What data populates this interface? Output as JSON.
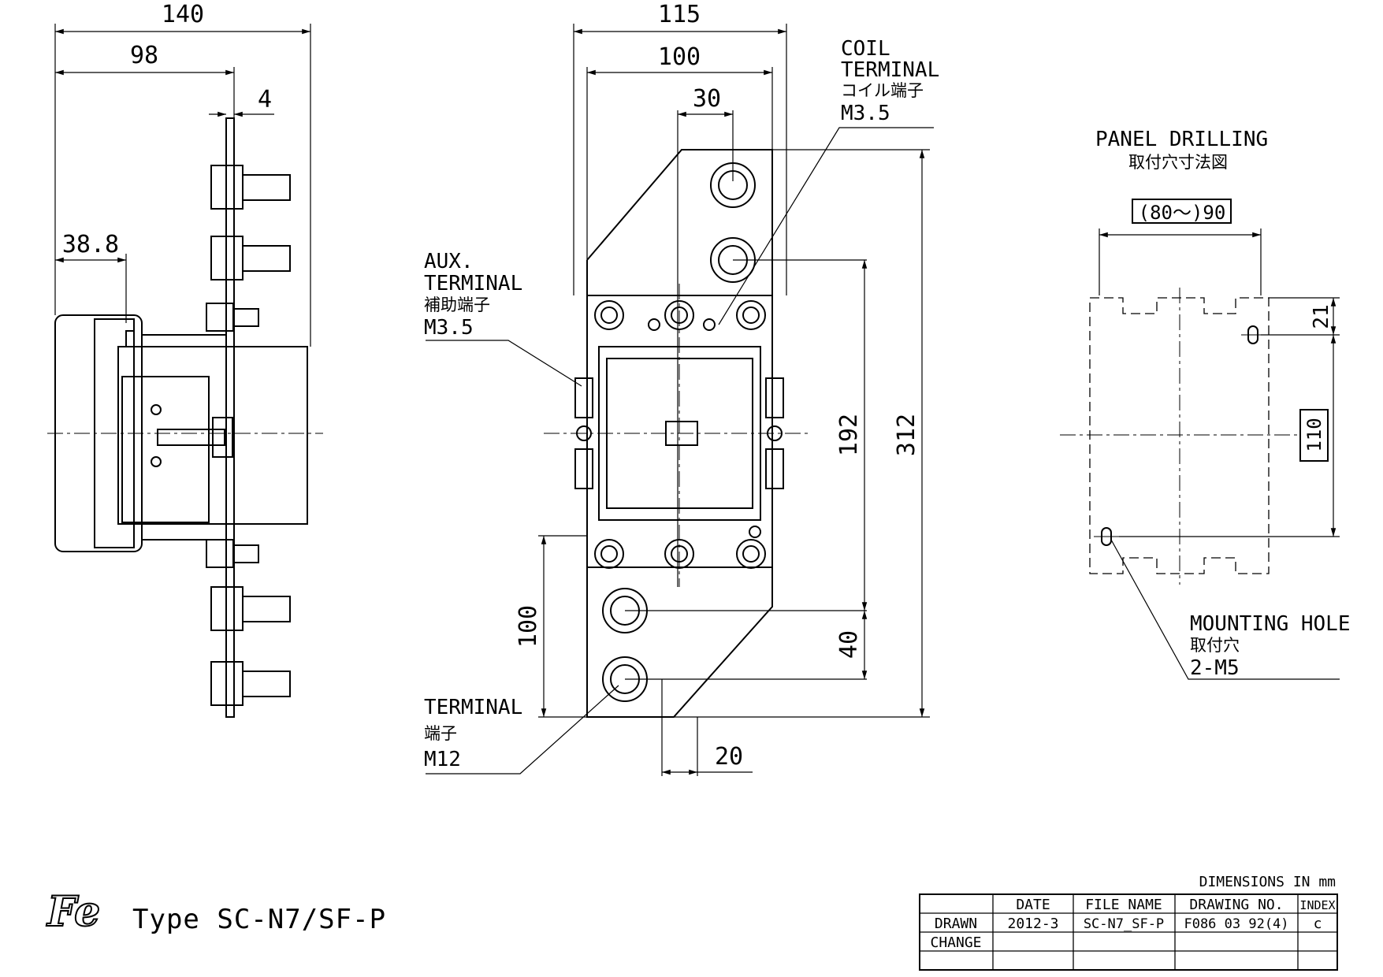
{
  "side_view": {
    "dim_overall": "140",
    "dim_mount": "98",
    "dim_plate": "4",
    "dim_offset": "38.8"
  },
  "front_view": {
    "dim_width_total": "115",
    "dim_width_body": "100",
    "dim_coil_pitch": "30",
    "dim_height_total": "312",
    "dim_height_terminals": "192",
    "dim_lower_height": "100",
    "dim_lower_pitch": "40",
    "dim_bottom_offset": "20",
    "coil_terminal": {
      "en1": "COIL",
      "en2": "TERMINAL",
      "jp": "コイル端子",
      "size": "M3.5"
    },
    "aux_terminal": {
      "en1": "AUX.",
      "en2": "TERMINAL",
      "jp": "補助端子",
      "size": "M3.5"
    },
    "main_terminal": {
      "en": "TERMINAL",
      "jp": "端子",
      "size": "M12"
    }
  },
  "panel_drilling": {
    "title_en": "PANEL DRILLING",
    "title_jp": "取付穴寸法図",
    "dim_width": "(80～)90",
    "dim_height": "110",
    "dim_top": "21",
    "mounting_hole": {
      "en": "MOUNTING HOLE",
      "jp": "取付穴",
      "spec": "2-M5"
    }
  },
  "footer": {
    "logo": "Fe",
    "type_label": "Type SC-N7/SF-P",
    "units_note": "DIMENSIONS IN mm",
    "table": {
      "headers": [
        "",
        "DATE",
        "FILE NAME",
        "DRAWING NO.",
        "INDEX"
      ],
      "rows": [
        [
          "DRAWN",
          "2012-3",
          "SC-N7_SF-P",
          "F086 03 92(4)",
          "c"
        ],
        [
          "CHANGE",
          "",
          "",
          "",
          ""
        ]
      ]
    }
  }
}
